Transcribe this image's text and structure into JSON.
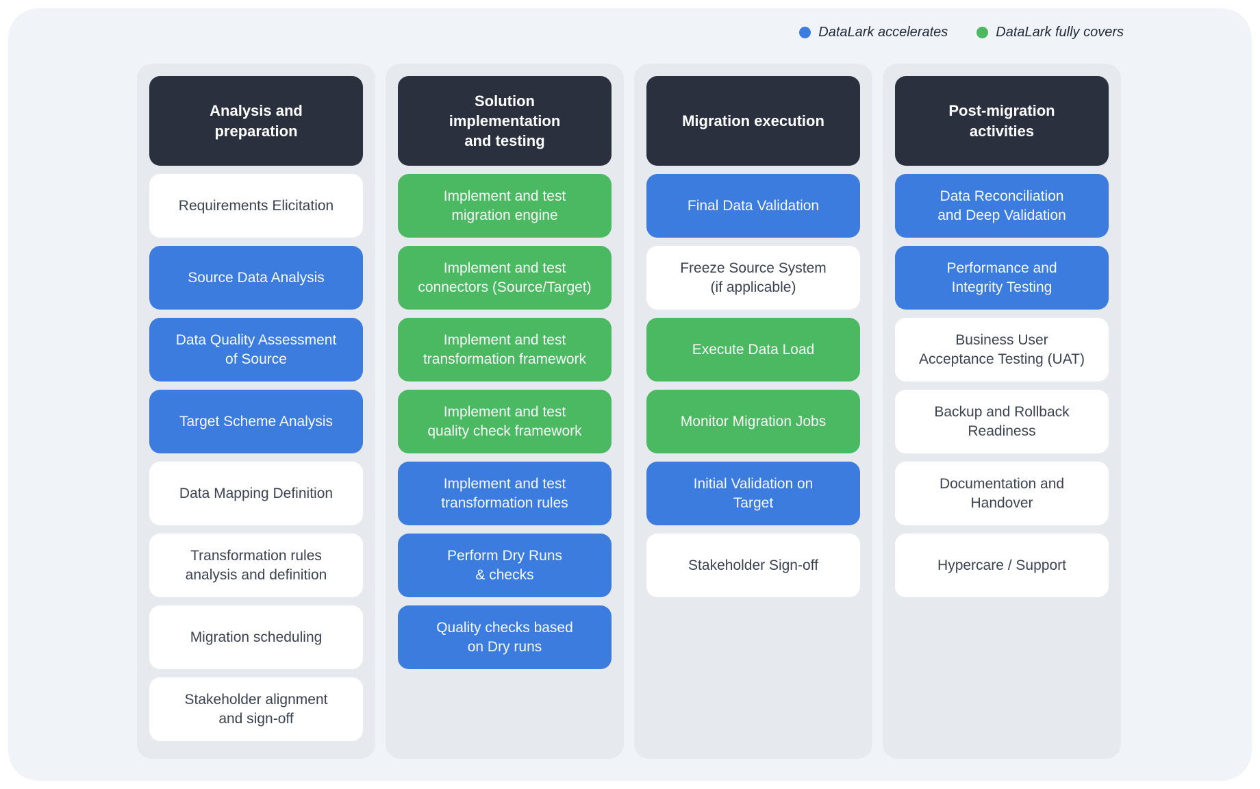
{
  "colors": {
    "accelerates_blue": "#3B7CDE",
    "fully_covers_green": "#4BB862",
    "header_dark": "#2A303E",
    "column_background": "#E6E9ED",
    "panel_background": "#F0F3F8",
    "card_white": "#FFFFFF",
    "card_text_dark": "#3A4252"
  },
  "legend": {
    "items": [
      {
        "label": "DataLark accelerates",
        "status": "accelerates",
        "color": "#3B7CDE"
      },
      {
        "label": "DataLark fully covers",
        "status": "fully-covers",
        "color": "#4BB862"
      }
    ]
  },
  "columns": [
    {
      "title": "Analysis and\npreparation",
      "cards": [
        {
          "label": "Requirements Elicitation",
          "status": "none"
        },
        {
          "label": "Source Data Analysis",
          "status": "accelerates"
        },
        {
          "label": "Data Quality Assessment\nof Source",
          "status": "accelerates"
        },
        {
          "label": "Target Scheme Analysis",
          "status": "accelerates"
        },
        {
          "label": "Data Mapping Definition",
          "status": "none"
        },
        {
          "label": "Transformation rules\nanalysis and definition",
          "status": "none"
        },
        {
          "label": "Migration scheduling",
          "status": "none"
        },
        {
          "label": "Stakeholder alignment\nand sign-off",
          "status": "none"
        }
      ]
    },
    {
      "title": "Solution\nimplementation\nand testing",
      "cards": [
        {
          "label": "Implement and test\nmigration engine",
          "status": "fully-covers"
        },
        {
          "label": "Implement and test\nconnectors (Source/Target)",
          "status": "fully-covers"
        },
        {
          "label": "Implement and test\ntransformation framework",
          "status": "fully-covers"
        },
        {
          "label": "Implement and test\nquality check framework",
          "status": "fully-covers"
        },
        {
          "label": "Implement and test\ntransformation rules",
          "status": "accelerates"
        },
        {
          "label": "Perform Dry Runs\n& checks",
          "status": "accelerates"
        },
        {
          "label": "Quality checks based\non Dry runs",
          "status": "accelerates"
        }
      ]
    },
    {
      "title": "Migration execution",
      "cards": [
        {
          "label": "Final Data Validation",
          "status": "accelerates"
        },
        {
          "label": "Freeze Source System\n(if applicable)",
          "status": "none"
        },
        {
          "label": "Execute Data Load",
          "status": "fully-covers"
        },
        {
          "label": "Monitor Migration Jobs",
          "status": "fully-covers"
        },
        {
          "label": "Initial Validation on\nTarget",
          "status": "accelerates"
        },
        {
          "label": "Stakeholder Sign-off",
          "status": "none"
        }
      ]
    },
    {
      "title": "Post-migration\nactivities",
      "cards": [
        {
          "label": "Data Reconciliation\nand Deep Validation",
          "status": "accelerates"
        },
        {
          "label": "Performance and\nIntegrity Testing",
          "status": "accelerates"
        },
        {
          "label": "Business User\nAcceptance Testing (UAT)",
          "status": "none"
        },
        {
          "label": "Backup and Rollback\nReadiness",
          "status": "none"
        },
        {
          "label": "Documentation and\nHandover",
          "status": "none"
        },
        {
          "label": "Hypercare / Support",
          "status": "none"
        }
      ]
    }
  ]
}
